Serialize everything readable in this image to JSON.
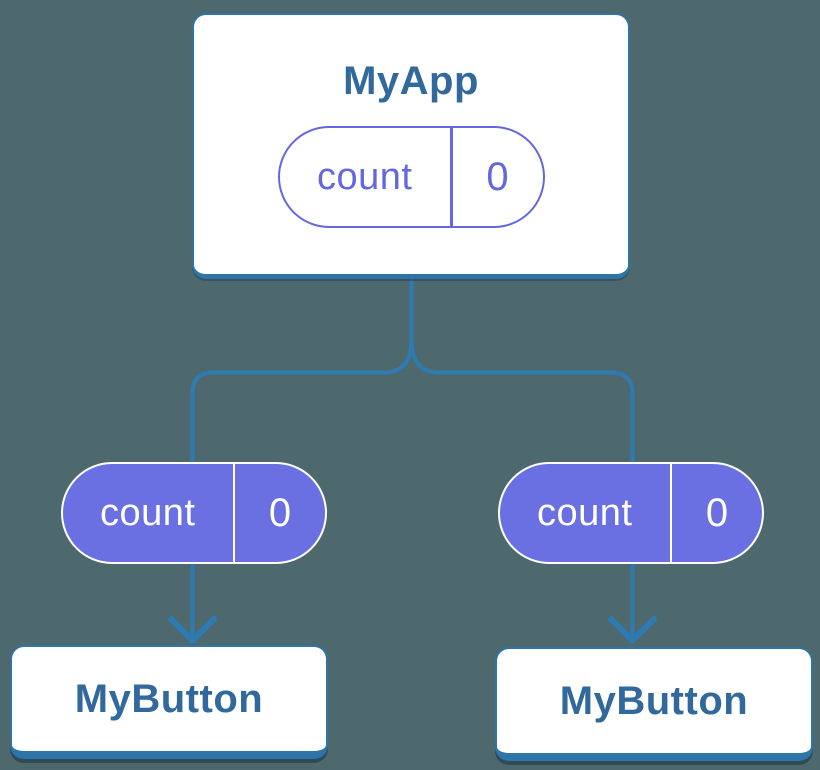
{
  "colors": {
    "bg": "#4e696d",
    "connector": "#2e7ab3",
    "card_border": "#2d74a9",
    "card_text": "#31699c",
    "purple": "#6467df",
    "purple_fill": "#6a6fe2"
  },
  "app": {
    "title": "MyApp",
    "state": {
      "name": "count",
      "value": "0"
    }
  },
  "left_branch": {
    "prop": {
      "name": "count",
      "value": "0"
    },
    "button_title": "MyButton"
  },
  "right_branch": {
    "prop": {
      "name": "count",
      "value": "0"
    },
    "button_title": "MyButton"
  }
}
